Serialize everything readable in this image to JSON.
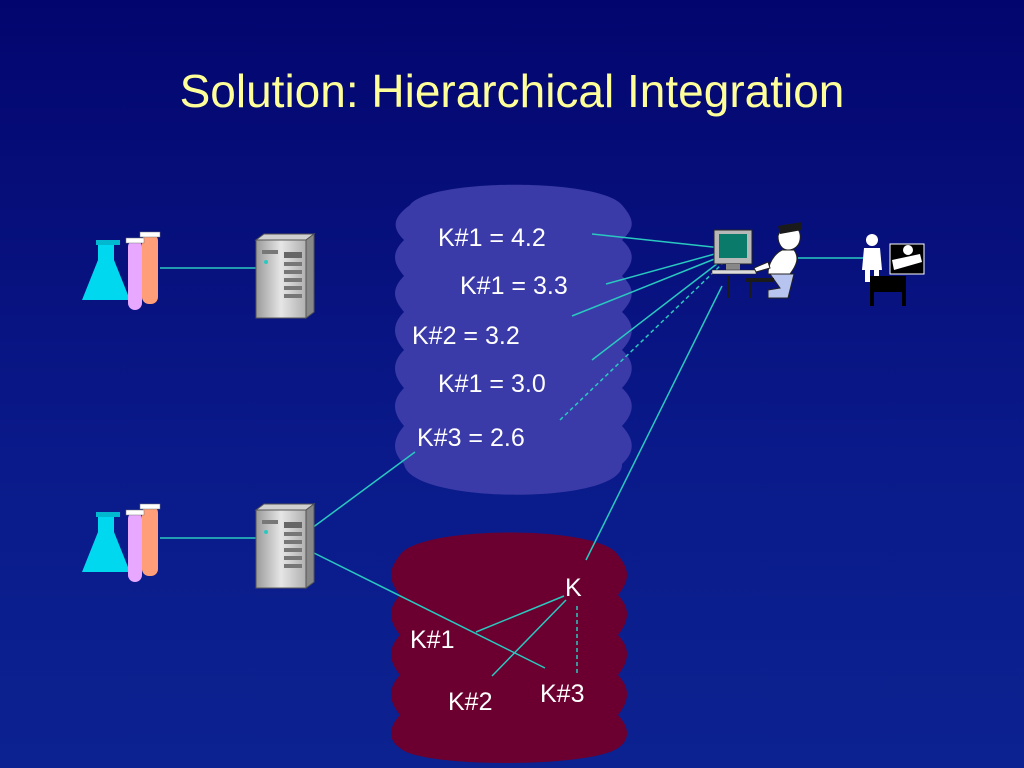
{
  "slide": {
    "title": "Solution: Hierarchical Integration"
  },
  "upper_store": {
    "entries": [
      "K#1 = 4.2",
      "K#1 = 3.3",
      "K#2 = 3.2",
      "K#1 = 3.0",
      "K#3 = 2.6"
    ]
  },
  "lower_store": {
    "root": "K",
    "children": [
      "K#1",
      "K#2",
      "K#3"
    ]
  },
  "icons": {
    "lab_glassware": "lab-flask-and-test-tubes-icon",
    "server": "server-tower-icon",
    "user": "person-at-computer-icon",
    "patient": "doctor-and-patient-icon"
  },
  "colors": {
    "background": "#03056e",
    "title": "#ffff99",
    "upper_store": "#3a3aa8",
    "lower_store": "#6b0030",
    "connector": "#2ac9c0"
  }
}
